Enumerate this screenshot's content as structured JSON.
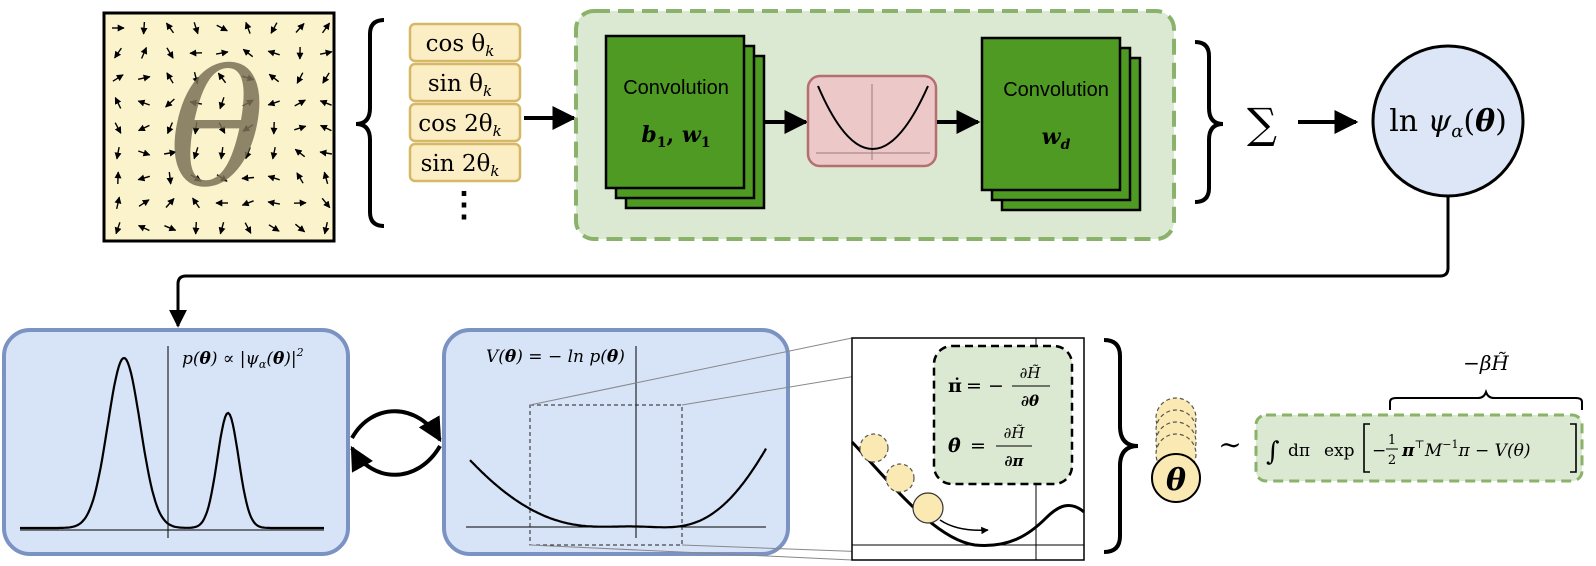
{
  "colors": {
    "field_fill": "#fbf3cc",
    "feature_fill": "#fbedc4",
    "feature_stroke": "#d6b866",
    "green_panel_fill": "#dbe8d2",
    "green_panel_stroke": "#8ab26a",
    "conv_fill": "#4e9a22",
    "activation_fill": "#ecc9c8",
    "activation_stroke": "#b56f6f",
    "psi_fill": "#dce6f6",
    "plot_panel_fill": "#d7e3f7",
    "plot_panel_stroke": "#7b93c2",
    "hamilton_fill": "#dbe8d2",
    "particle_fill": "#fbe9b3"
  },
  "input_field": {
    "symbol": "θ"
  },
  "features": {
    "items": [
      "cos θ",
      "sin θ",
      "cos 2θ",
      "sin 2θ"
    ],
    "subscript": "k",
    "more": "⋮"
  },
  "network": {
    "conv1": {
      "title": "Convolution",
      "params": "b",
      "params_sub": "1",
      "params2": "w",
      "params2_sub": "1",
      "sep": ",  "
    },
    "conv2": {
      "title": "Convolution",
      "params": "w",
      "params_sub": "d"
    }
  },
  "sum_symbol": "∑",
  "output": {
    "pre": "ln ",
    "psi": "ψ",
    "sub": "α",
    "arg_open": "(",
    "arg": "θ",
    "arg_close": ")"
  },
  "prob_panel": {
    "label_pre": "p(",
    "theta": "θ",
    "label_mid": ") ∝ |ψ",
    "sub": "α",
    "label_mid2": "(",
    "label_end": ")|",
    "sup": "2"
  },
  "potential_panel": {
    "label_pre": "V(",
    "theta": "θ",
    "label_end": ") = − ln p(",
    "label_end2": ")"
  },
  "hamilton": {
    "eq1_lhs": "π̇",
    "eq1_eq": "= −",
    "eq1_num": "∂H̃",
    "eq1_den": "∂θ",
    "eq2_lhs": "θ̇",
    "eq2_eq": "=",
    "eq2_num": "∂H̃",
    "eq2_den": "∂π"
  },
  "samples": {
    "symbol": "θ",
    "tilde": "∼"
  },
  "partition": {
    "brace_label": "−βH̃",
    "integral": "∫",
    "dpi": "dπ",
    "exp": "exp",
    "minus": "−",
    "half_num": "1",
    "half_den": "2",
    "quad": "π",
    "quad_sup": "⊤",
    "mass": "M",
    "mass_sup": "−1",
    "tail": "π − V(θ)"
  }
}
